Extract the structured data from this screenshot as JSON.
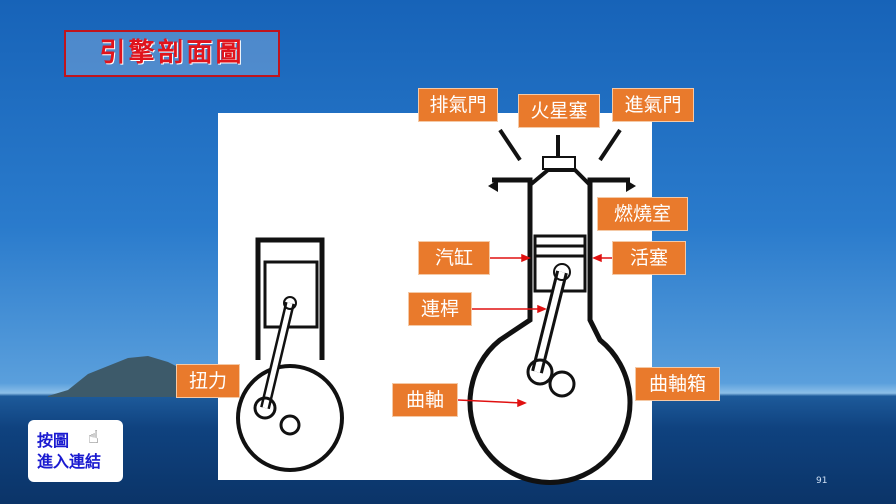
{
  "title": "引擎剖面圖",
  "labels": {
    "exhaust_valve": "排氣門",
    "spark_plug": "火星塞",
    "intake_valve": "進氣門",
    "combustion_chamber": "燃燒室",
    "cylinder": "汽缸",
    "piston": "活塞",
    "connecting_rod": "連桿",
    "torque": "扭力",
    "crankshaft": "曲軸",
    "crankcase": "曲軸箱"
  },
  "link_button": {
    "line1": "按圖",
    "line2": "進入連結"
  },
  "page_number": "91",
  "colors": {
    "label_bg": "#e97a2c",
    "title_red": "#e0141c",
    "arrow_red": "#e01010"
  }
}
